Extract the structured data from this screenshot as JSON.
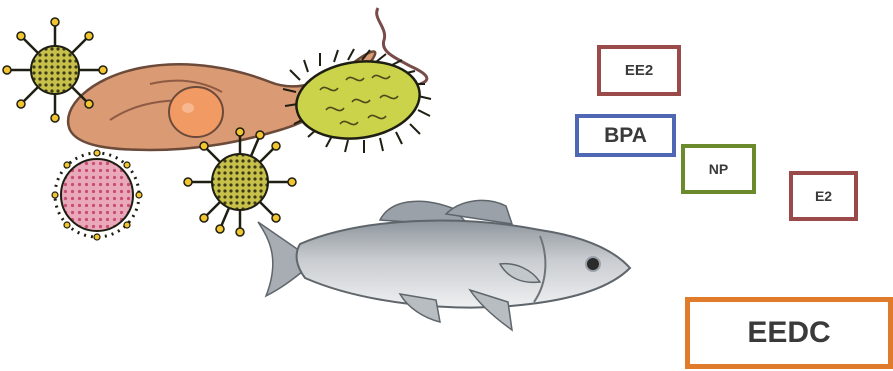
{
  "labels": {
    "ee2": "EE2",
    "bpa": "BPA",
    "np": "NP",
    "e2": "E2",
    "eedc": "EEDC"
  },
  "colors": {
    "ee2_border": "#9b4a4a",
    "bpa_border": "#5068b4",
    "np_border": "#6a8a2c",
    "e2_border": "#9b4a4a",
    "eedc_border": "#e07b2c",
    "virus_body": "#b9b438",
    "virus_pink": "#e9a7b8",
    "protozoan": "#d99a74",
    "bacterium": "#c9d34a",
    "fish": "#b9bcc0"
  },
  "illustrations": [
    "virus-icon",
    "virus-icon",
    "pink-virus-icon",
    "protozoan-icon",
    "bacterium-icon",
    "fish-icon"
  ]
}
